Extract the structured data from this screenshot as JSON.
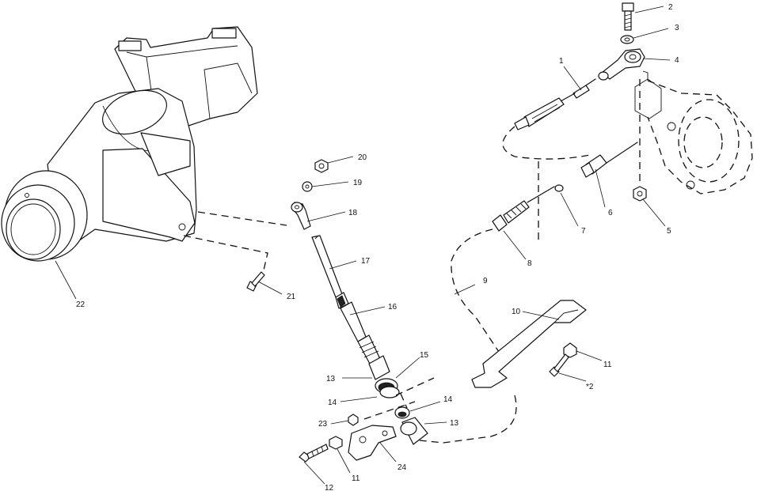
{
  "callouts": [
    {
      "id": "c2",
      "text": "2"
    },
    {
      "id": "c3",
      "text": "3"
    },
    {
      "id": "c4",
      "text": "4"
    },
    {
      "id": "c1",
      "text": "1"
    },
    {
      "id": "c6",
      "text": "6"
    },
    {
      "id": "c7",
      "text": "7"
    },
    {
      "id": "c5",
      "text": "5"
    },
    {
      "id": "c8",
      "text": "8"
    },
    {
      "id": "c9",
      "text": "9"
    },
    {
      "id": "c10",
      "text": "10"
    },
    {
      "id": "c11a",
      "text": "11"
    },
    {
      "id": "c12a",
      "text": "*2"
    },
    {
      "id": "c20",
      "text": "20"
    },
    {
      "id": "c19",
      "text": "19"
    },
    {
      "id": "c18",
      "text": "18"
    },
    {
      "id": "c17",
      "text": "17"
    },
    {
      "id": "c16",
      "text": "16"
    },
    {
      "id": "c15",
      "text": "15"
    },
    {
      "id": "c13a",
      "text": "13"
    },
    {
      "id": "c14a",
      "text": "14"
    },
    {
      "id": "c14b",
      "text": "14"
    },
    {
      "id": "c13b",
      "text": "13"
    },
    {
      "id": "c23",
      "text": "23"
    },
    {
      "id": "c24",
      "text": "24"
    },
    {
      "id": "c11b",
      "text": "11"
    },
    {
      "id": "c12b",
      "text": "12"
    },
    {
      "id": "c21",
      "text": "21"
    },
    {
      "id": "c22",
      "text": "22"
    }
  ]
}
